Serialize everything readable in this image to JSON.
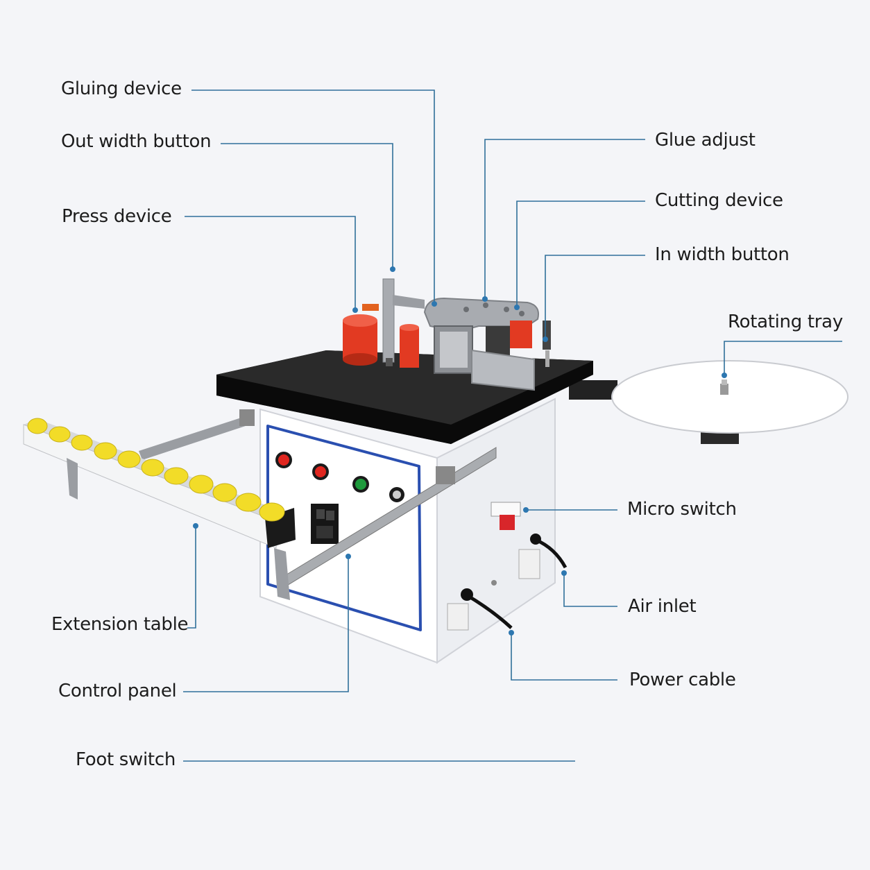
{
  "labels": {
    "gluing_device": "Gluing device",
    "out_width_button": "Out width button",
    "press_device": "Press device",
    "glue_adjust": "Glue adjust",
    "cutting_device": "Cutting device",
    "in_width_button": "In width button",
    "rotating_tray": "Rotating tray",
    "micro_switch": "Micro switch",
    "air_inlet": "Air inlet",
    "power_cable": "Power cable",
    "extension_table": "Extension table",
    "control_panel": "Control panel",
    "foot_switch": "Foot switch"
  },
  "colors": {
    "background": "#f4f5f8",
    "leader_line": "#2f6f9a",
    "leader_dot": "#2d77b0",
    "table_top": "#1b1b1b",
    "cabinet": "#ffffff",
    "panel_border": "#2a4fb0",
    "accent_red": "#e23a22",
    "roller_yellow": "#f2dc28",
    "button_green": "#1e9a3c"
  }
}
